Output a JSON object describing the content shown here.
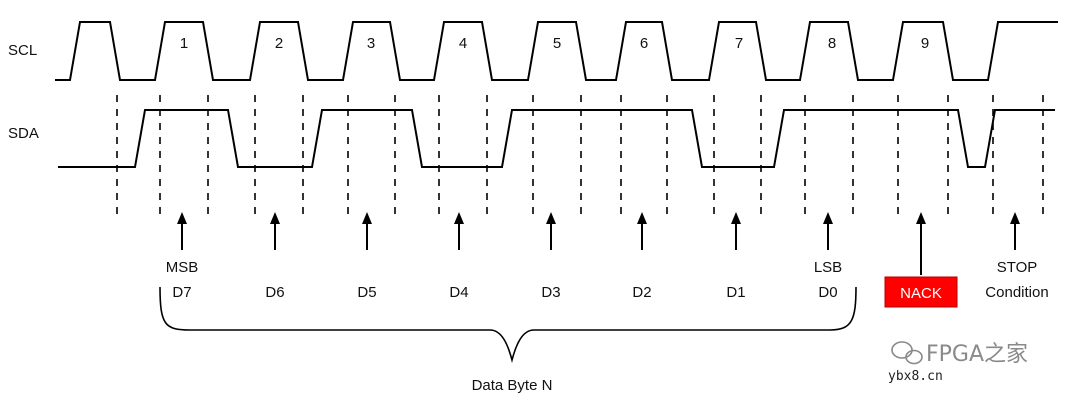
{
  "signals": {
    "scl": "SCL",
    "sda": "SDA"
  },
  "clock_numbers": [
    "1",
    "2",
    "3",
    "4",
    "5",
    "6",
    "7",
    "8",
    "9"
  ],
  "bit_labels": [
    {
      "line1": "MSB",
      "line2": "D7"
    },
    {
      "line1": "",
      "line2": "D6"
    },
    {
      "line1": "",
      "line2": "D5"
    },
    {
      "line1": "",
      "line2": "D4"
    },
    {
      "line1": "",
      "line2": "D3"
    },
    {
      "line1": "",
      "line2": "D2"
    },
    {
      "line1": "",
      "line2": "D1"
    },
    {
      "line1": "LSB",
      "line2": "D0"
    }
  ],
  "nack": {
    "label": "NACK",
    "color": "#ff0000"
  },
  "stop": {
    "line1": "STOP",
    "line2": "Condition"
  },
  "brace_label": "Data Byte N",
  "watermark": {
    "main": "FPGA之家",
    "small": "ybx8.cn"
  }
}
